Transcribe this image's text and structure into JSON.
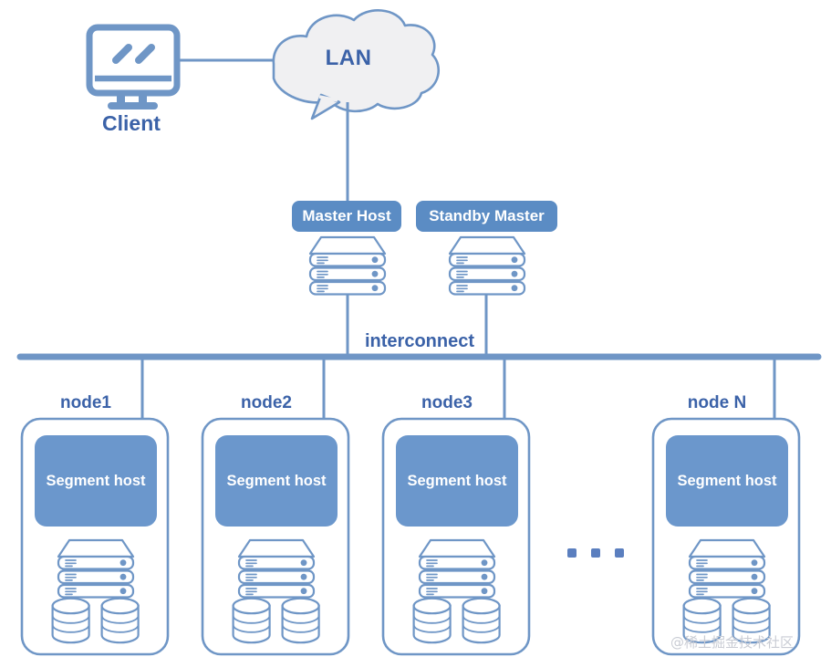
{
  "diagram": {
    "title": "Greenplum MPP cluster architecture",
    "background": "#ffffff",
    "colors": {
      "line": "#6f96c6",
      "text_blue": "#3b62a8",
      "pill_fill": "#5b8cc4",
      "segment_fill": "#6b97cc",
      "cloud_fill": "#f0f0f2",
      "icon_stroke": "#6f96c6",
      "watermark": "#c9ccd4"
    },
    "client": {
      "label": "Client",
      "icon": "monitor-icon"
    },
    "network": {
      "label": "LAN",
      "icon": "cloud-icon"
    },
    "masters": [
      {
        "label": "Master Host",
        "icon": "server-rack-icon"
      },
      {
        "label": "Standby Master",
        "icon": "server-rack-icon"
      }
    ],
    "bus": {
      "label": "interconnect"
    },
    "nodes": [
      {
        "label": "node1",
        "segment_label": "Segment host",
        "server_icon": "server-rack-icon",
        "disks": 2
      },
      {
        "label": "node2",
        "segment_label": "Segment host",
        "server_icon": "server-rack-icon",
        "disks": 2
      },
      {
        "label": "node3",
        "segment_label": "Segment host",
        "server_icon": "server-rack-icon",
        "disks": 2
      },
      {
        "label": "node N",
        "segment_label": "Segment host",
        "server_icon": "server-rack-icon",
        "disks": 2
      }
    ],
    "ellipsis": {
      "name": "ellipsis-dots",
      "count": 3
    },
    "watermark": "@稀土掘金技术社区"
  }
}
